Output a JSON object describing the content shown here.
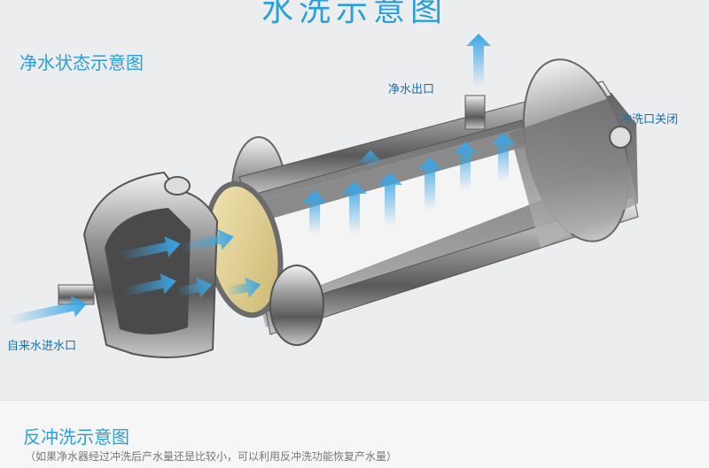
{
  "header": {
    "top_title": "水洗示意图"
  },
  "section1": {
    "title": "净水状态示意图",
    "labels": {
      "outlet": "净水出口",
      "flush_closed": "冲洗口关闭",
      "inlet": "自来水进水口"
    }
  },
  "section2": {
    "title": "反冲洗示意图",
    "note": "（如果净水器经过冲洗后产水量还是比较小，可以利用反冲洗功能恢复产水量）"
  },
  "colors": {
    "accent": "#2a9fd8",
    "arrow": "#3aa6e6"
  }
}
